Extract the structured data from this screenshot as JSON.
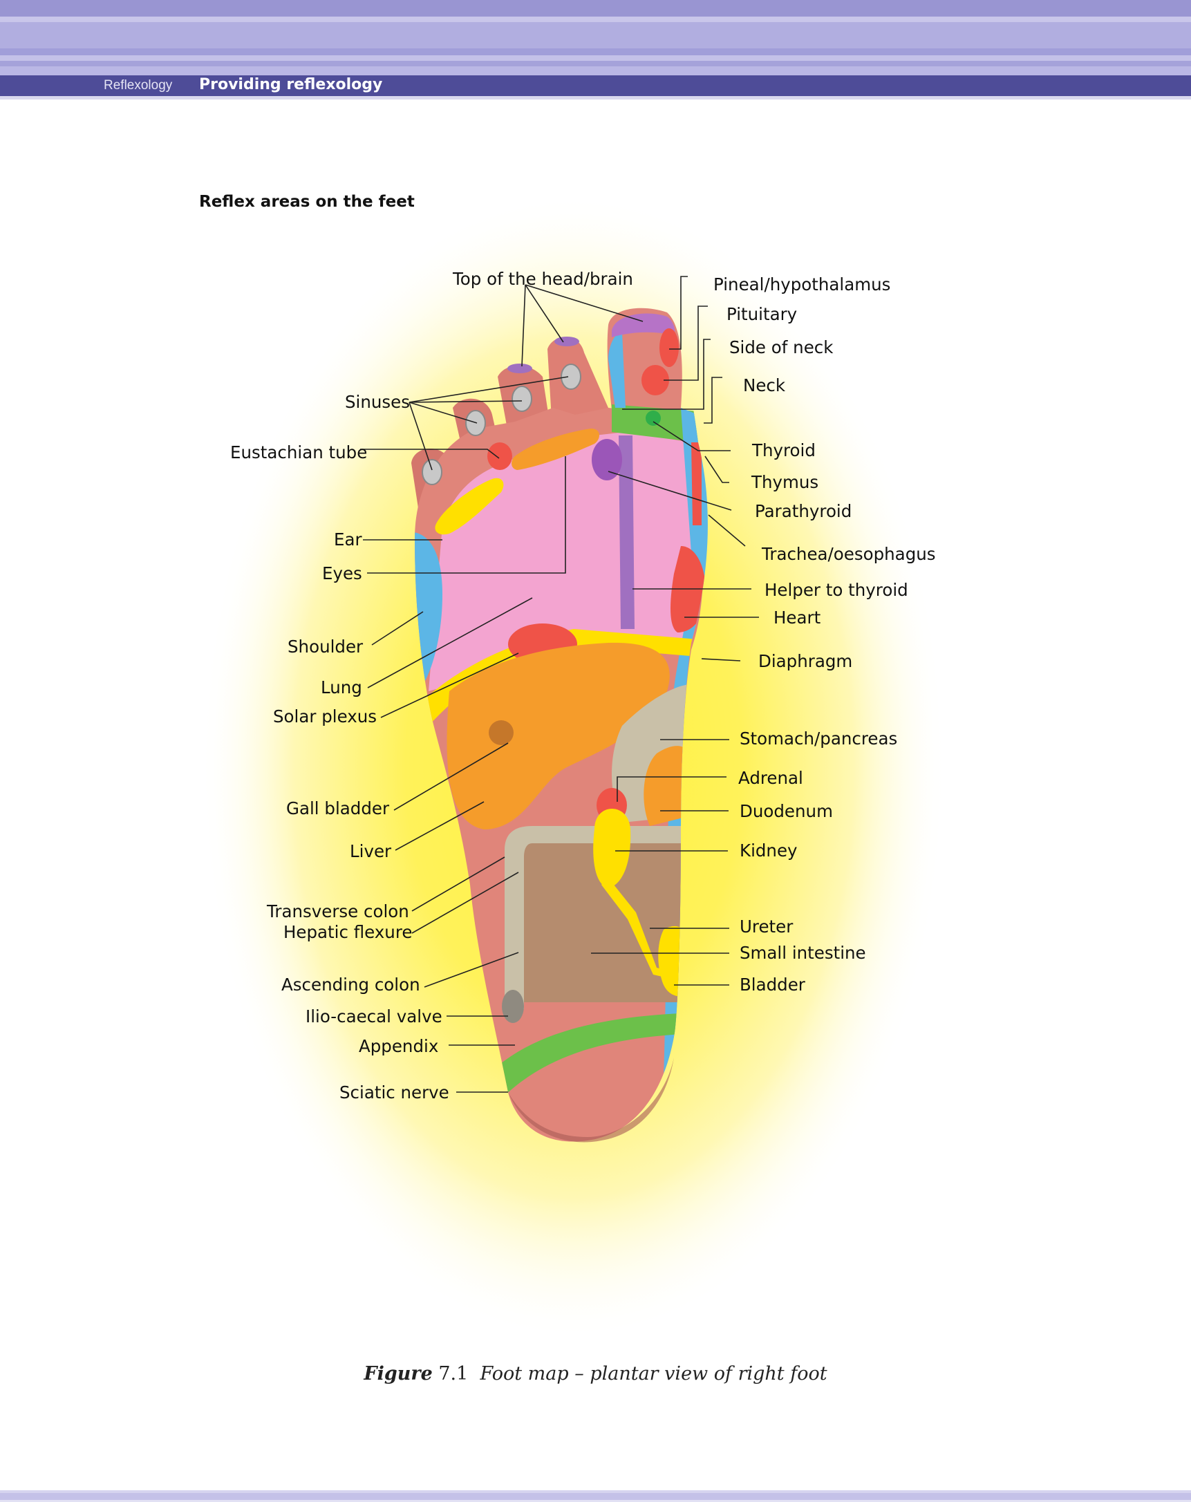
{
  "header": {
    "section": "Reflexology",
    "chapter": "Providing reflexology"
  },
  "heading": "Reflex areas on the feet",
  "labels": {
    "top_head": "Top of the head/brain",
    "pineal": "Pineal/hypothalamus",
    "pituitary": "Pituitary",
    "side_neck": "Side of neck",
    "neck": "Neck",
    "sinuses": "Sinuses",
    "eustachian": "Eustachian tube",
    "thyroid": "Thyroid",
    "thymus": "Thymus",
    "parathyroid": "Parathyroid",
    "trachea": "Trachea/oesophagus",
    "ear": "Ear",
    "eyes": "Eyes",
    "helper_thyroid": "Helper to thyroid",
    "heart": "Heart",
    "shoulder": "Shoulder",
    "diaphragm": "Diaphragm",
    "lung": "Lung",
    "solar_plexus": "Solar plexus",
    "stomach": "Stomach/pancreas",
    "adrenal": "Adrenal",
    "gall_bladder": "Gall bladder",
    "duodenum": "Duodenum",
    "liver": "Liver",
    "kidney": "Kidney",
    "transverse_colon": "Transverse colon",
    "hepatic_flexure": "Hepatic flexure",
    "ureter": "Ureter",
    "small_intestine": "Small intestine",
    "ascending_colon": "Ascending colon",
    "bladder": "Bladder",
    "ilio_caecal": "Ilio-caecal valve",
    "appendix": "Appendix",
    "sciatic": "Sciatic nerve"
  },
  "caption": {
    "figure": "Figure",
    "number": "7.1",
    "text": "Foot map – plantar view of right foot"
  },
  "colors": {
    "header_band": "#4e4c98",
    "top_bands": "#9b97d4",
    "skin": "#e0857a",
    "pink": "#f3a4d0",
    "yellow": "#ffe000",
    "orange": "#f59c2b",
    "blue": "#5cb6e6",
    "green": "#6cc04a",
    "red": "#ef5348",
    "purple": "#a070c0",
    "brown": "#b58c6e",
    "grey": "#c9c0a8"
  }
}
